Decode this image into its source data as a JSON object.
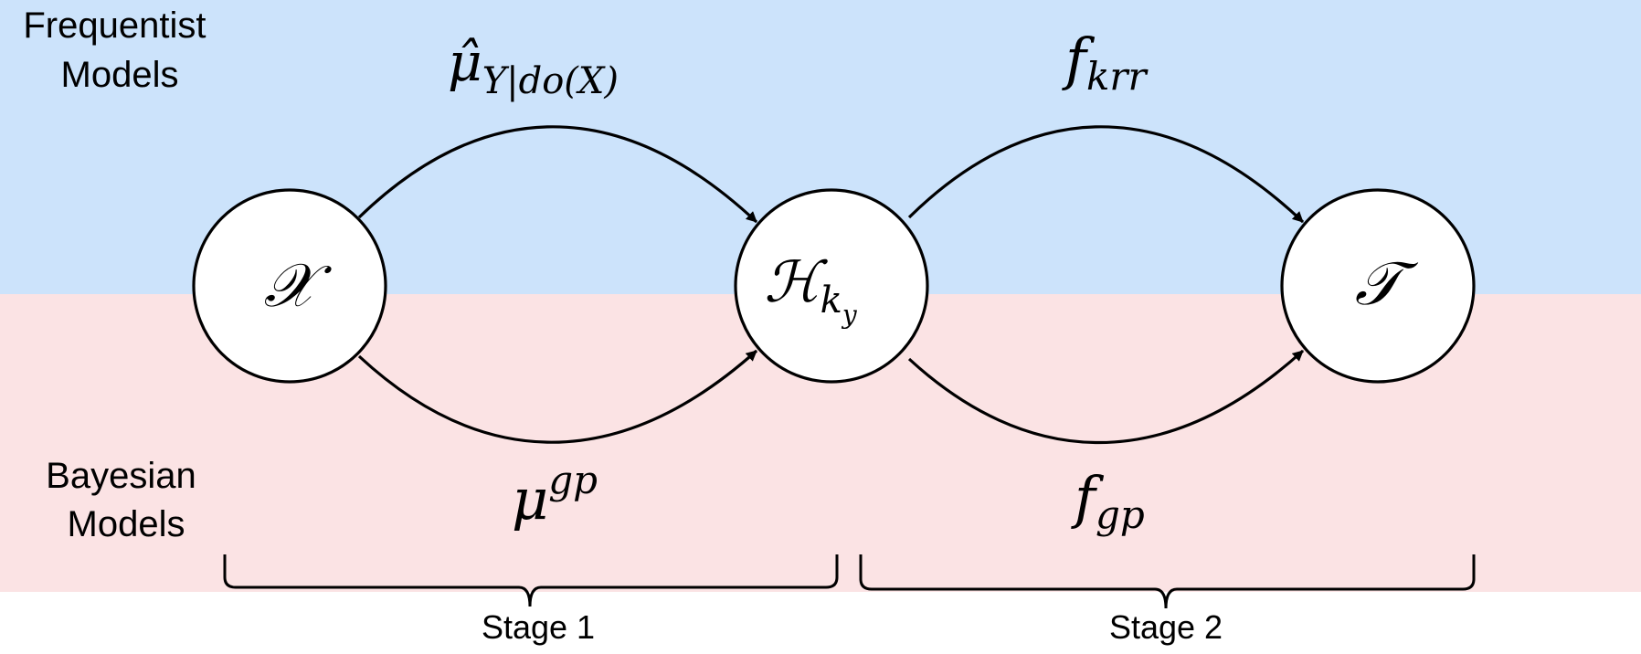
{
  "colors": {
    "frequentist_band": "#cce3fb",
    "bayesian_band": "#fbe3e4",
    "node_fill": "#ffffff",
    "stroke": "#000000"
  },
  "regions": {
    "frequentist": {
      "line1": "Frequentist",
      "line2": "Models"
    },
    "bayesian": {
      "line1": "Bayesian",
      "line2": "Models"
    }
  },
  "nodes": {
    "input": {
      "symbol": "𝒳"
    },
    "rkhs": {
      "symbol": "ℋ",
      "sub": "k",
      "subsub": "y"
    },
    "target": {
      "symbol": "𝒯"
    }
  },
  "edges": {
    "stage1_frequentist": {
      "base": "μ̂",
      "sub": "Y|do(X)"
    },
    "stage2_frequentist": {
      "base": "f",
      "sub": "krr"
    },
    "stage1_bayesian": {
      "base": "μ",
      "sup": "gp"
    },
    "stage2_bayesian": {
      "base": "f",
      "sub": "gp"
    }
  },
  "stages": {
    "stage1": "Stage 1",
    "stage2": "Stage 2"
  }
}
